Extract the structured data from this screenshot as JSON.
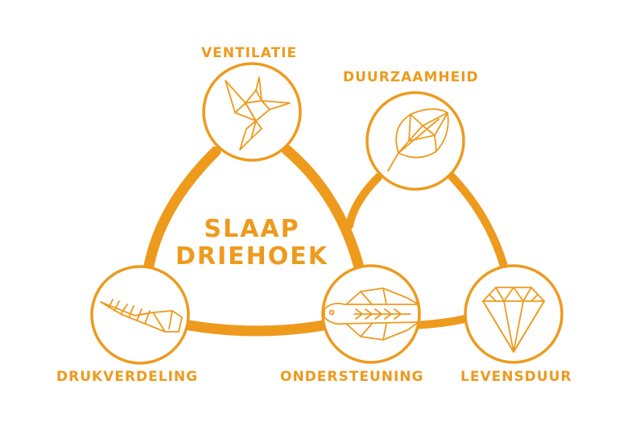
{
  "colors": {
    "accent": "#ee9a1d",
    "background": "#ffffff"
  },
  "center": {
    "line1": "SLAAP",
    "line2": "DRIEHOEK"
  },
  "nodes": {
    "ventilatie": {
      "label": "VENTILATIE",
      "icon": "origami-bird-icon"
    },
    "duurzaamheid": {
      "label": "DUURZAAMHEID",
      "icon": "leaf-icon"
    },
    "drukverdeling": {
      "label": "DRUKVERDELING",
      "icon": "feather-icon"
    },
    "ondersteuning": {
      "label": "ONDERSTEUNING",
      "icon": "crocodile-icon"
    },
    "levensduur": {
      "label": "LEVENSDUUR",
      "icon": "diamond-icon"
    }
  }
}
